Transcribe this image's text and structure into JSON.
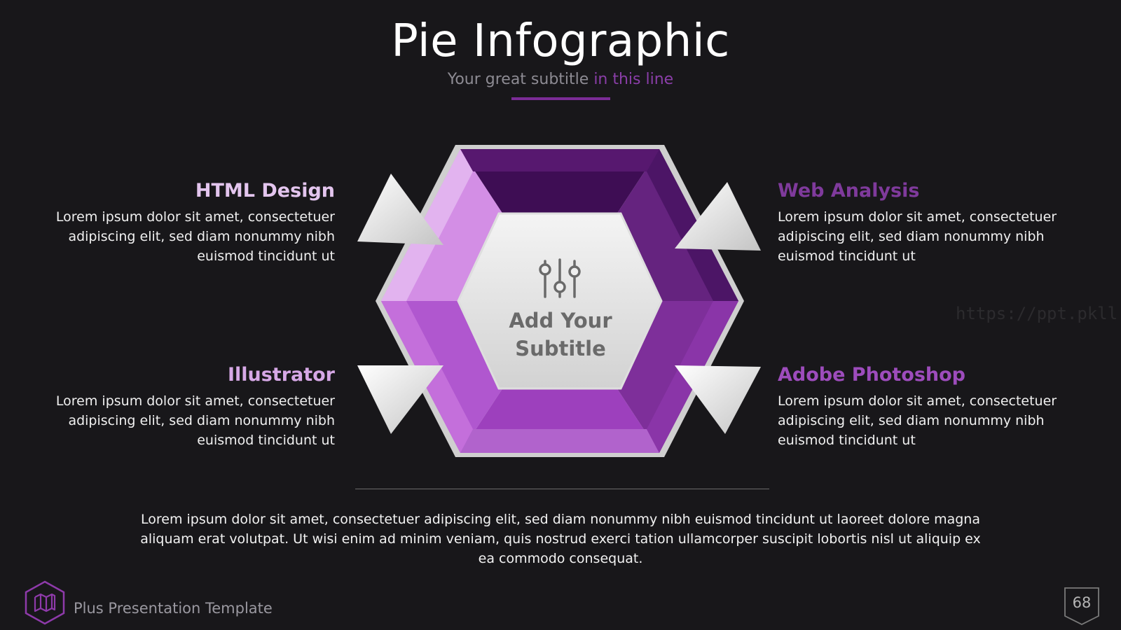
{
  "slide": {
    "title": "Pie Infographic",
    "subtitle_main": "Your great subtitle",
    "subtitle_accent": "in this line",
    "center_label_line1": "Add Your",
    "center_label_line2": "Subtitle",
    "center_icon": "sliders-icon",
    "sections": {
      "html_design": {
        "title": "HTML Design",
        "text": "Lorem ipsum dolor sit amet, consectetuer adipiscing elit, sed diam nonummy nibh euismod tincidunt ut"
      },
      "illustrator": {
        "title": "Illustrator",
        "text": "Lorem ipsum dolor sit amet, consectetuer adipiscing elit, sed diam nonummy nibh euismod tincidunt ut"
      },
      "web_analysis": {
        "title": "Web Analysis",
        "text": "Lorem ipsum dolor sit amet, consectetuer adipiscing elit, sed diam nonummy nibh euismod tincidunt ut"
      },
      "adobe_photoshop": {
        "title": "Adobe Photoshop",
        "text": "Lorem ipsum dolor sit amet, consectetuer adipiscing elit, sed diam nonummy nibh euismod tincidunt ut"
      }
    },
    "body_text": "Lorem ipsum dolor sit amet, consectetuer adipiscing elit, sed diam nonummy nibh euismod tincidunt ut laoreet dolore magna aliquam erat volutpat. Ut wisi enim ad minim veniam, quis nostrud exerci tation ullamcorper suscipit lobortis nisl ut aliquip ex ea commodo consequat.",
    "watermark": "https://ppt.pkll.de"
  },
  "footer": {
    "brand_icon": "map-icon",
    "brand_text": "Plus Presentation Template",
    "page_number": "68"
  },
  "colors": {
    "background": "#18171a",
    "accent": "#7b2c97",
    "hex_dark": "#4a1463",
    "hex_light": "#c47ad8"
  }
}
